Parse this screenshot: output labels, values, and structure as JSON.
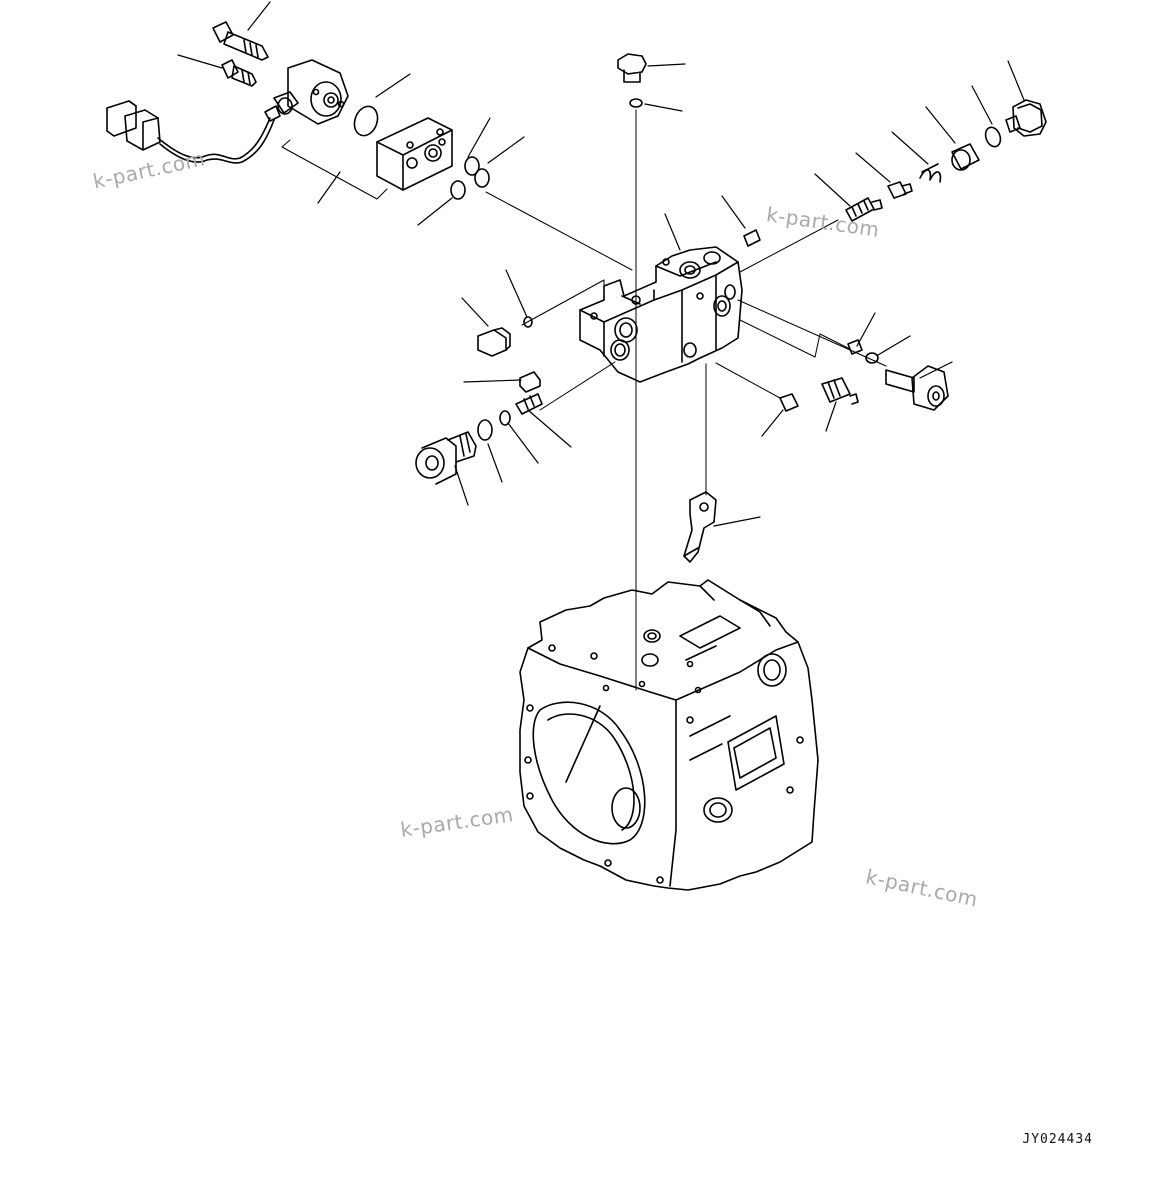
{
  "watermarks": [
    "k-part.com",
    "k-part.com",
    "k-part.com",
    "k-part.com"
  ],
  "drawing_code": "JY024434"
}
